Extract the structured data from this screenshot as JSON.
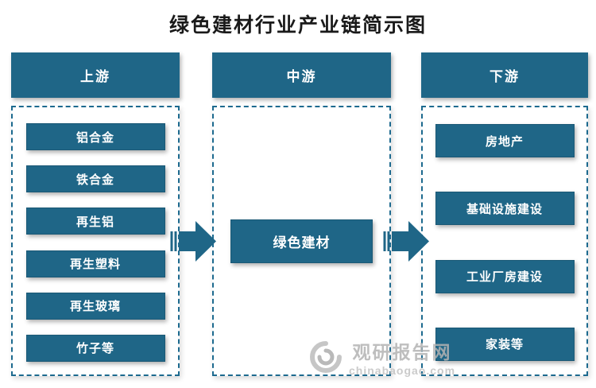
{
  "title": "绿色建材行业产业链简示图",
  "columns": [
    {
      "header": "上游",
      "items": [
        "铝合金",
        "铁合金",
        "再生铝",
        "再生塑料",
        "再生玻璃",
        "竹子等"
      ]
    },
    {
      "header": "中游",
      "items": [
        "绿色建材"
      ]
    },
    {
      "header": "下游",
      "items": [
        "房地产",
        "基础设施建设",
        "工业厂房建设",
        "家装等"
      ]
    }
  ],
  "watermark": {
    "site_name": "观研报告网",
    "site_url": "chinabaogao.com"
  },
  "colors": {
    "primary": "#1f6687",
    "dashed_border": "#1d6a8f",
    "watermark_gray": "#b3b3b3"
  },
  "icons": {
    "arrow": "striped-right-arrow",
    "logo": "swirl-logo"
  }
}
